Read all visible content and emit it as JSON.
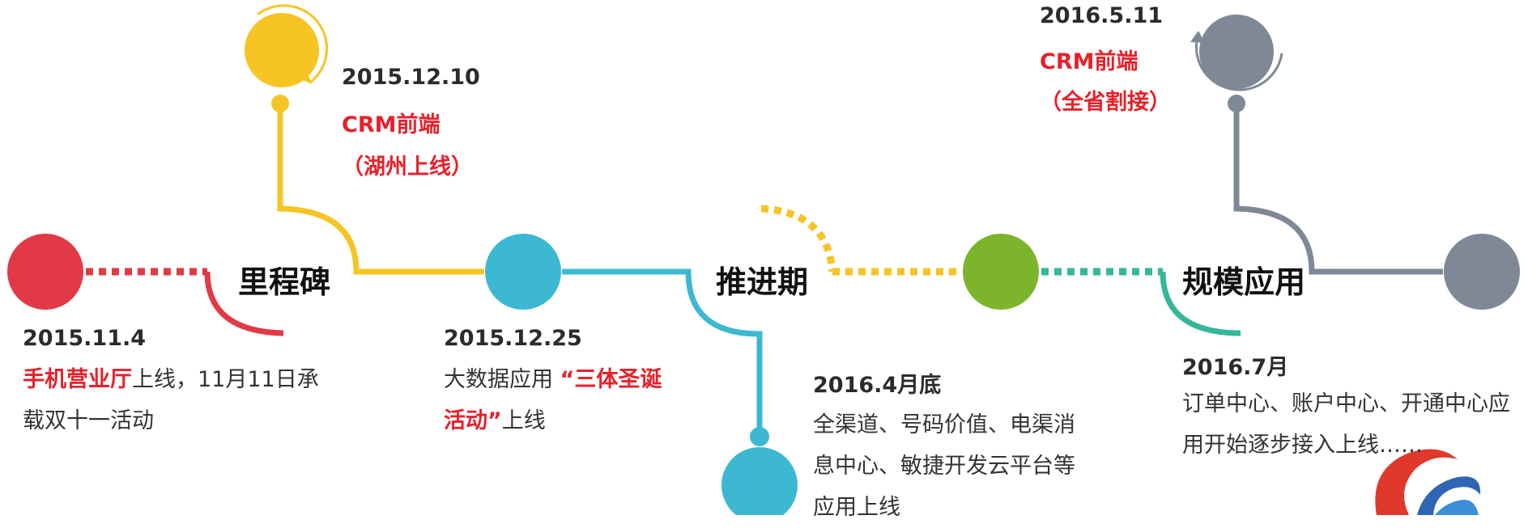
{
  "colors": {
    "red": "#e13a46",
    "yellow": "#f6c423",
    "blue": "#3db8d2",
    "green": "#7cb52c",
    "teal": "#35b79a",
    "gray": "#7e8896",
    "highlight": "#e8202a"
  },
  "phases": {
    "milestone": "里程碑",
    "advance": "推进期",
    "scale": "规模应用"
  },
  "events": {
    "e1": {
      "date": "2015.11.4",
      "highlight": "手机营业厅",
      "text_after": "上线，11月11日承",
      "line2": "载双十一活动"
    },
    "e2": {
      "date": "2015.12.10",
      "line1": "CRM前端",
      "line2": "（湖州上线）"
    },
    "e3": {
      "date": "2015.12.25",
      "text_before": "大数据应用 ",
      "highlight1": "“三体圣诞",
      "highlight2": "活动”",
      "text_after": "上线"
    },
    "e4": {
      "date": "2016.4月底",
      "lines": [
        "全渠道、号码价值、电渠消",
        "息中心、敏捷开发云平台等",
        "应用上线"
      ]
    },
    "e5": {
      "date": "2016.5.11",
      "line1": "CRM前端",
      "line2": "（全省割接）"
    },
    "e6": {
      "date": "2016.7月",
      "lines": [
        "订单中心、账户中心、开通中心应",
        "用开始逐步接入上线……"
      ]
    }
  }
}
